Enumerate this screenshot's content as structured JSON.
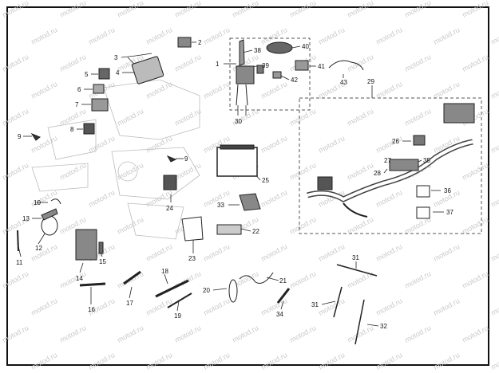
{
  "watermark": "motod.ru",
  "callouts": [
    {
      "id": "1",
      "text": "1"
    },
    {
      "id": "2",
      "text": "2"
    },
    {
      "id": "3",
      "text": "3"
    },
    {
      "id": "4",
      "text": "4"
    },
    {
      "id": "5",
      "text": "5"
    },
    {
      "id": "6",
      "text": "6"
    },
    {
      "id": "7",
      "text": "7"
    },
    {
      "id": "8",
      "text": "8"
    },
    {
      "id": "9a",
      "text": "9"
    },
    {
      "id": "9b",
      "text": "9"
    },
    {
      "id": "10",
      "text": "10"
    },
    {
      "id": "11",
      "text": "11"
    },
    {
      "id": "12",
      "text": "12"
    },
    {
      "id": "13",
      "text": "13"
    },
    {
      "id": "14",
      "text": "14"
    },
    {
      "id": "15",
      "text": "15"
    },
    {
      "id": "16",
      "text": "16"
    },
    {
      "id": "17",
      "text": "17"
    },
    {
      "id": "18",
      "text": "18"
    },
    {
      "id": "19",
      "text": "19"
    },
    {
      "id": "20",
      "text": "20"
    },
    {
      "id": "21",
      "text": "21"
    },
    {
      "id": "22",
      "text": "22"
    },
    {
      "id": "23",
      "text": "23"
    },
    {
      "id": "24",
      "text": "24"
    },
    {
      "id": "25",
      "text": "25"
    },
    {
      "id": "26",
      "text": "26"
    },
    {
      "id": "27",
      "text": "27"
    },
    {
      "id": "28",
      "text": "28"
    },
    {
      "id": "29",
      "text": "29"
    },
    {
      "id": "30",
      "text": "30"
    },
    {
      "id": "31a",
      "text": "31"
    },
    {
      "id": "31b",
      "text": "31"
    },
    {
      "id": "32",
      "text": "32"
    },
    {
      "id": "33",
      "text": "33"
    },
    {
      "id": "34",
      "text": "34"
    },
    {
      "id": "35",
      "text": "35"
    },
    {
      "id": "36",
      "text": "36"
    },
    {
      "id": "37",
      "text": "37"
    },
    {
      "id": "38",
      "text": "38"
    },
    {
      "id": "39",
      "text": "39"
    },
    {
      "id": "40",
      "text": "40"
    },
    {
      "id": "41",
      "text": "41"
    },
    {
      "id": "42",
      "text": "42"
    },
    {
      "id": "43",
      "text": "43"
    }
  ]
}
